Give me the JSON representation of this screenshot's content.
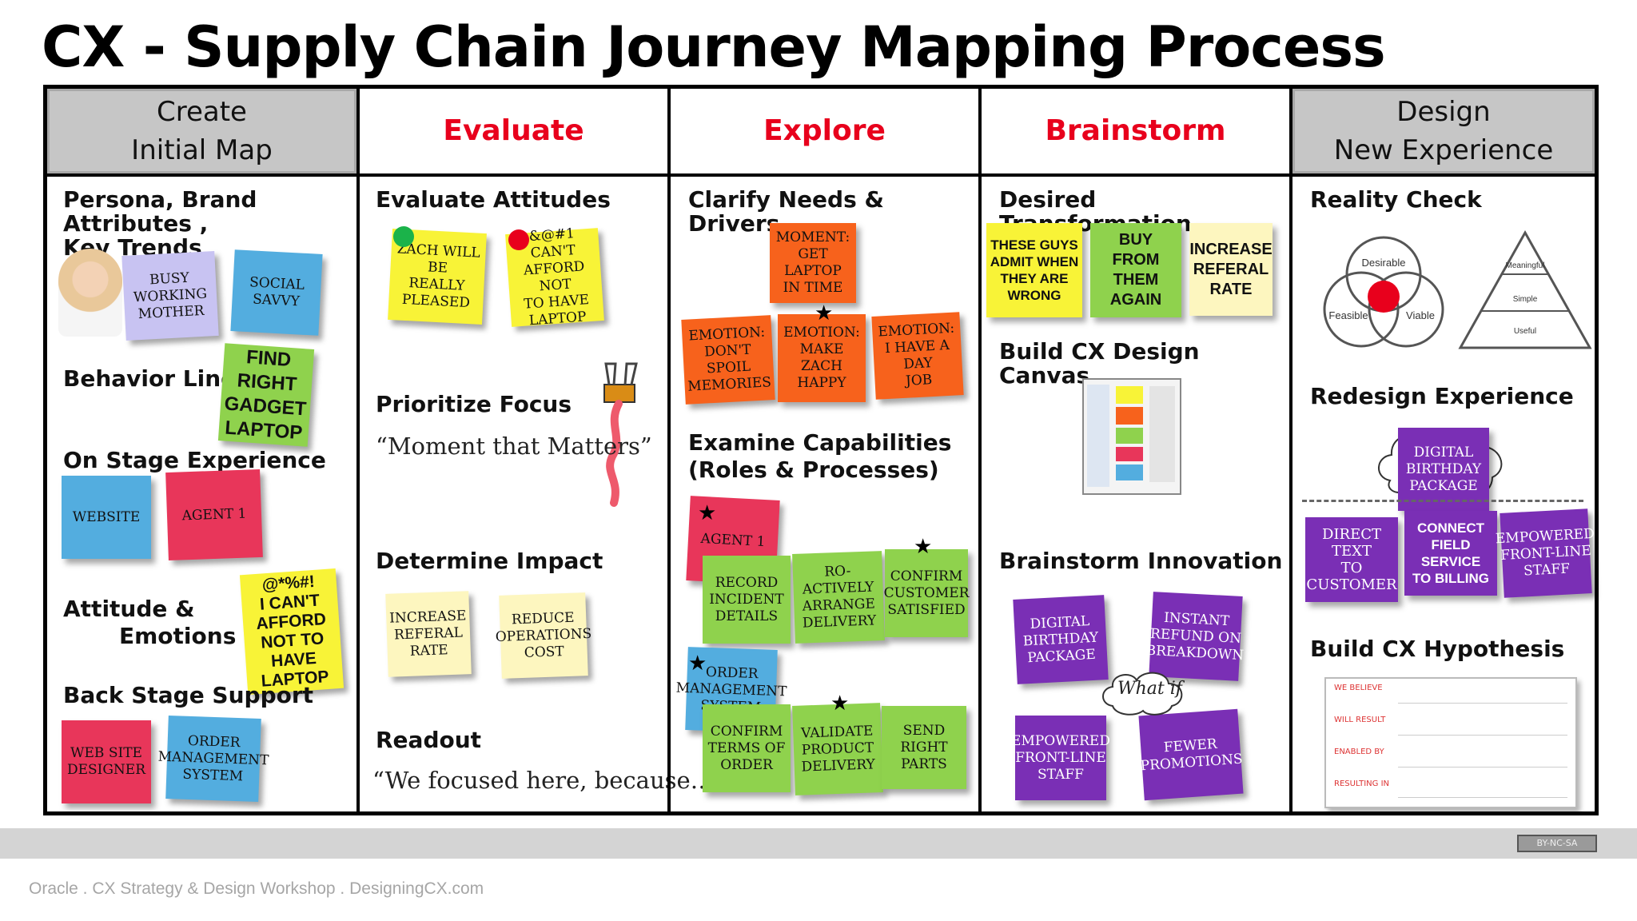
{
  "title": "CX - Supply Chain Journey Mapping Process",
  "colors": {
    "accent_red": "#e8001c",
    "header_gray": "#c6c6c6"
  },
  "columns": [
    {
      "header": "Create\nInitial Map",
      "sections": {
        "persona": "Persona, Brand Attributes ,\nKey Trends",
        "behavior": "Behavior Line",
        "onstage": "On Stage Experience",
        "attitude_a": "Attitude &",
        "attitude_b": "Emotions",
        "backstage": "Back Stage Support"
      },
      "notes": {
        "busy": "BUSY\nWORKING\nMOTHER",
        "savvy": "SOCIAL\nSAVVY",
        "find": "FIND\nRIGHT\nGADGET\nLAPTOP",
        "website": "WEBSITE",
        "agent": "AGENT 1",
        "cant": "@*%#!\nI CAN'T\nAFFORD\nNOT TO\nHAVE\nLAPTOP",
        "designer": "WEB SITE\nDESIGNER",
        "oms": "ORDER\nMANAGEMENT\nSYSTEM"
      }
    },
    {
      "header": "Evaluate",
      "sections": {
        "attitudes": "Evaluate Attitudes",
        "prioritize": "Prioritize Focus",
        "moment_quote": "“Moment that Matters”",
        "impact": "Determine Impact",
        "readout": "Readout",
        "readout_quote": "“We focused here, because….”"
      },
      "notes": {
        "zach": "ZACH WILL BE\nREALLY\nPLEASED",
        "cant": "&@#1 CAN'T\nAFFORD NOT\nTO HAVE\nLAPTOP",
        "referral": "INCREASE\nREFERAL\nRATE",
        "reduce": "REDUCE\nOPERATIONS\nCOST"
      }
    },
    {
      "header": "Explore",
      "sections": {
        "clarify": "Clarify Needs & Drivers",
        "examine": "Examine Capabilities\n(Roles & Processes)"
      },
      "notes": {
        "moment": "MOMENT:\nGET LAPTOP\nIN TIME",
        "spoil": "EMOTION:\nDON'T SPOIL\nMEMORIES",
        "happy": "EMOTION:\nMAKE ZACH\nHAPPY",
        "day": "EMOTION:\nI HAVE A DAY\nJOB",
        "agent": "AGENT 1",
        "record": "RECORD\nINCIDENT\nDETAILS",
        "proactive": "RO-ACTIVELY\nARRANGE\nDELIVERY",
        "confirm_sat": "CONFIRM\nCUSTOMER\nSATISFIED",
        "oms": "ORDER\nMANAGEMENT\nSYSTEM",
        "terms": "CONFIRM\nTERMS OF\nORDER",
        "validate": "VALIDATE\nPRODUCT\nDELIVERY",
        "parts": "SEND RIGHT\nPARTS"
      }
    },
    {
      "header": "Brainstorm",
      "sections": {
        "desired": "Desired Transformation",
        "canvas": "Build CX Design Canvas",
        "innovation": "Brainstorm Innovation"
      },
      "notes": {
        "guys": "THESE GUYS\nADMIT WHEN\nTHEY ARE\nWRONG",
        "buy": "BUY FROM\nTHEM\nAGAIN",
        "referral": "INCREASE\nREFERAL\nRATE",
        "birthday": "DIGITAL\nBIRTHDAY\nPACKAGE",
        "refund": "INSTANT\nREFUND ON\nBREAKDOWN",
        "whatif": "What if",
        "empowered": "EMPOWERED\nFRONT-LINE\nSTAFF",
        "fewer": "FEWER\nPROMOTIONS"
      }
    },
    {
      "header": "Design\nNew Experience",
      "sections": {
        "reality": "Reality Check",
        "redesign": "Redesign Experience",
        "hypothesis": "Build CX Hypothesis"
      },
      "venn": {
        "desirable": "Desirable",
        "feasible": "Feasible",
        "viable": "Viable"
      },
      "pyramid": {
        "top": "Meaningful",
        "mid": "Simple",
        "bottom": "Useful"
      },
      "notes": {
        "birthday": "DIGITAL\nBIRTHDAY\nPACKAGE",
        "direct": "DIRECT TEXT\nTO\nCUSTOMER",
        "connect": "CONNECT\nFIELD SERVICE\nTO BILLING",
        "empowered": "EMPOWERED\nFRONT-LINE\nSTAFF"
      },
      "hypothesis_rows": [
        "WE BELIEVE",
        "WILL RESULT",
        "ENABLED BY",
        "RESULTING IN"
      ]
    }
  ],
  "footer": "Oracle . CX Strategy & Design Workshop . DesigningCX.com",
  "license": "BY-NC-SA"
}
